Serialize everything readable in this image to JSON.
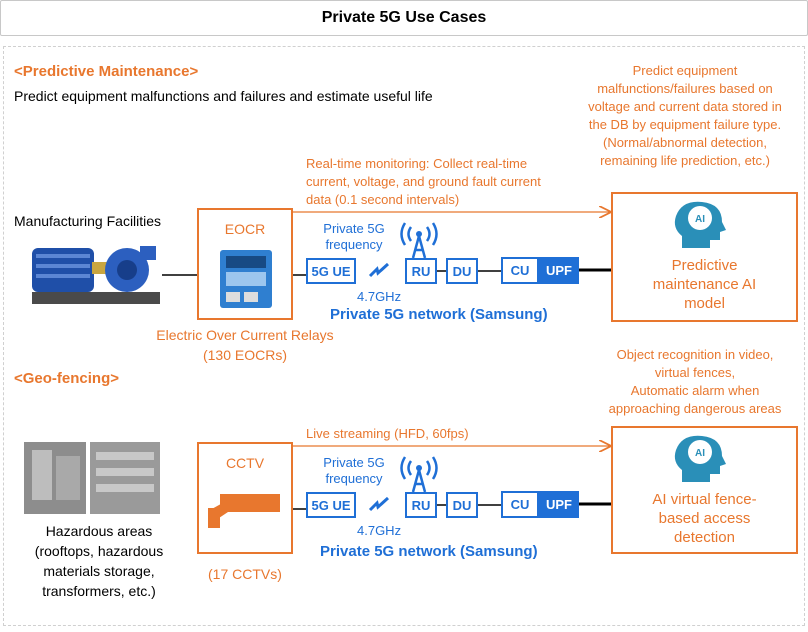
{
  "page_title": "Private 5G Use Cases",
  "pm": {
    "heading": "<Predictive Maintenance>",
    "description": "Predict equipment malfunctions and failures and estimate useful life",
    "ai_note": [
      "Predict equipment",
      "malfunctions/failures based on",
      "voltage and current data stored in",
      "the DB by equipment failure type.",
      "(Normal/abnormal detection,",
      "remaining life prediction, etc.)"
    ],
    "monitor_note": [
      "Real-time monitoring: Collect real-time",
      "current, voltage, and ground fault current",
      "data (0.1 second intervals)"
    ],
    "source_label": "Manufacturing Facilities",
    "device_label": "EOCR",
    "device_caption": [
      "Electric Over Current Relays",
      "(130 EOCRs)"
    ],
    "freq_label": [
      "Private 5G",
      "frequency"
    ],
    "ghz": "4.7GHz",
    "ue": "5G UE",
    "ru": "RU",
    "du": "DU",
    "cu": "CU",
    "upf": "UPF",
    "network": "Private 5G network (Samsung)",
    "ai_icon_text": "AI",
    "ai_title": [
      "Predictive",
      "maintenance AI",
      "model"
    ]
  },
  "gf": {
    "heading": "<Geo-fencing>",
    "ai_note": [
      "Object recognition in video,",
      "virtual fences,",
      "Automatic alarm when",
      "approaching dangerous areas"
    ],
    "stream_note": "Live streaming (HFD, 60fps)",
    "source_label": [
      "Hazardous areas",
      "(rooftops, hazardous",
      "materials storage,",
      "transformers, etc.)"
    ],
    "device_label": "CCTV",
    "device_caption": "(17 CCTVs)",
    "freq_label": [
      "Private 5G",
      "frequency"
    ],
    "ghz": "4.7GHz",
    "ue": "5G UE",
    "ru": "RU",
    "du": "DU",
    "cu": "CU",
    "upf": "UPF",
    "network": "Private 5G network (Samsung)",
    "ai_icon_text": "AI",
    "ai_title": [
      "AI virtual fence-",
      "based access",
      "detection"
    ]
  },
  "colors": {
    "orange": "#e8772e",
    "blue": "#1f6fd6"
  }
}
